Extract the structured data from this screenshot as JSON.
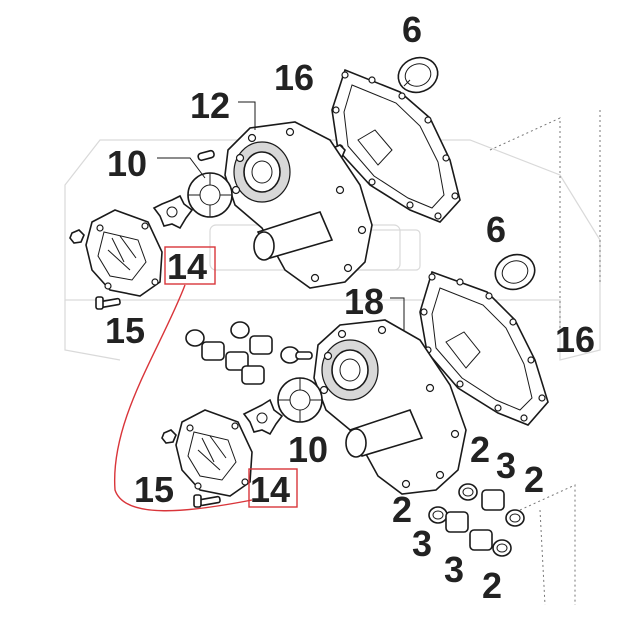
{
  "diagram": {
    "callouts": [
      {
        "id": "c6a",
        "text": "6"
      },
      {
        "id": "c16a",
        "text": "16"
      },
      {
        "id": "c12",
        "text": "12"
      },
      {
        "id": "c10a",
        "text": "10"
      },
      {
        "id": "c14a",
        "text": "14"
      },
      {
        "id": "c15a",
        "text": "15"
      },
      {
        "id": "c6b",
        "text": "6"
      },
      {
        "id": "c18",
        "text": "18"
      },
      {
        "id": "c16b",
        "text": "16"
      },
      {
        "id": "c10b",
        "text": "10"
      },
      {
        "id": "c15b",
        "text": "15"
      },
      {
        "id": "c14b",
        "text": "14"
      },
      {
        "id": "c2a",
        "text": "2"
      },
      {
        "id": "c3a",
        "text": "3"
      },
      {
        "id": "c2b",
        "text": "2"
      },
      {
        "id": "c2c",
        "text": "2"
      },
      {
        "id": "c3b",
        "text": "3"
      },
      {
        "id": "c3c",
        "text": "3"
      },
      {
        "id": "c2d",
        "text": "2"
      }
    ],
    "highlight_color": "#d9353a"
  }
}
